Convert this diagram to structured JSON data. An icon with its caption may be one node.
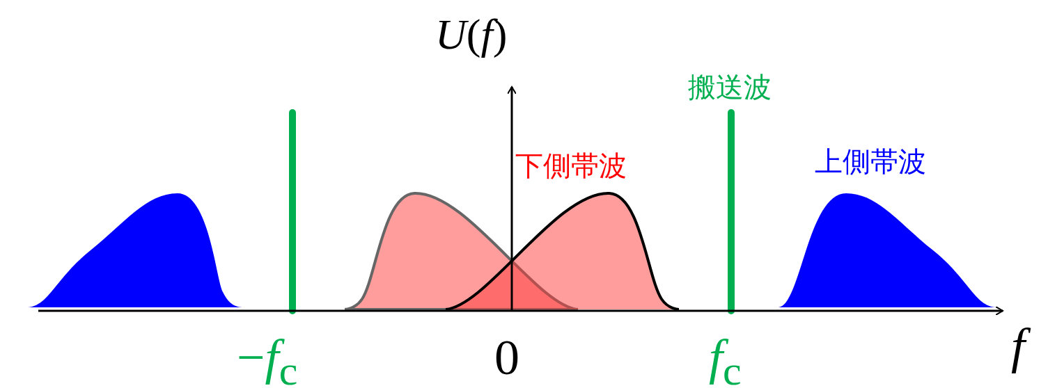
{
  "diagram": {
    "labels": [
      "*U*(*f*)",
      "搬送波",
      "下側帯波",
      "上側帯波",
      "f",
      "−*f*$_{c}$",
      "0",
      "*f*$_{c}$"
    ]
  }
}
